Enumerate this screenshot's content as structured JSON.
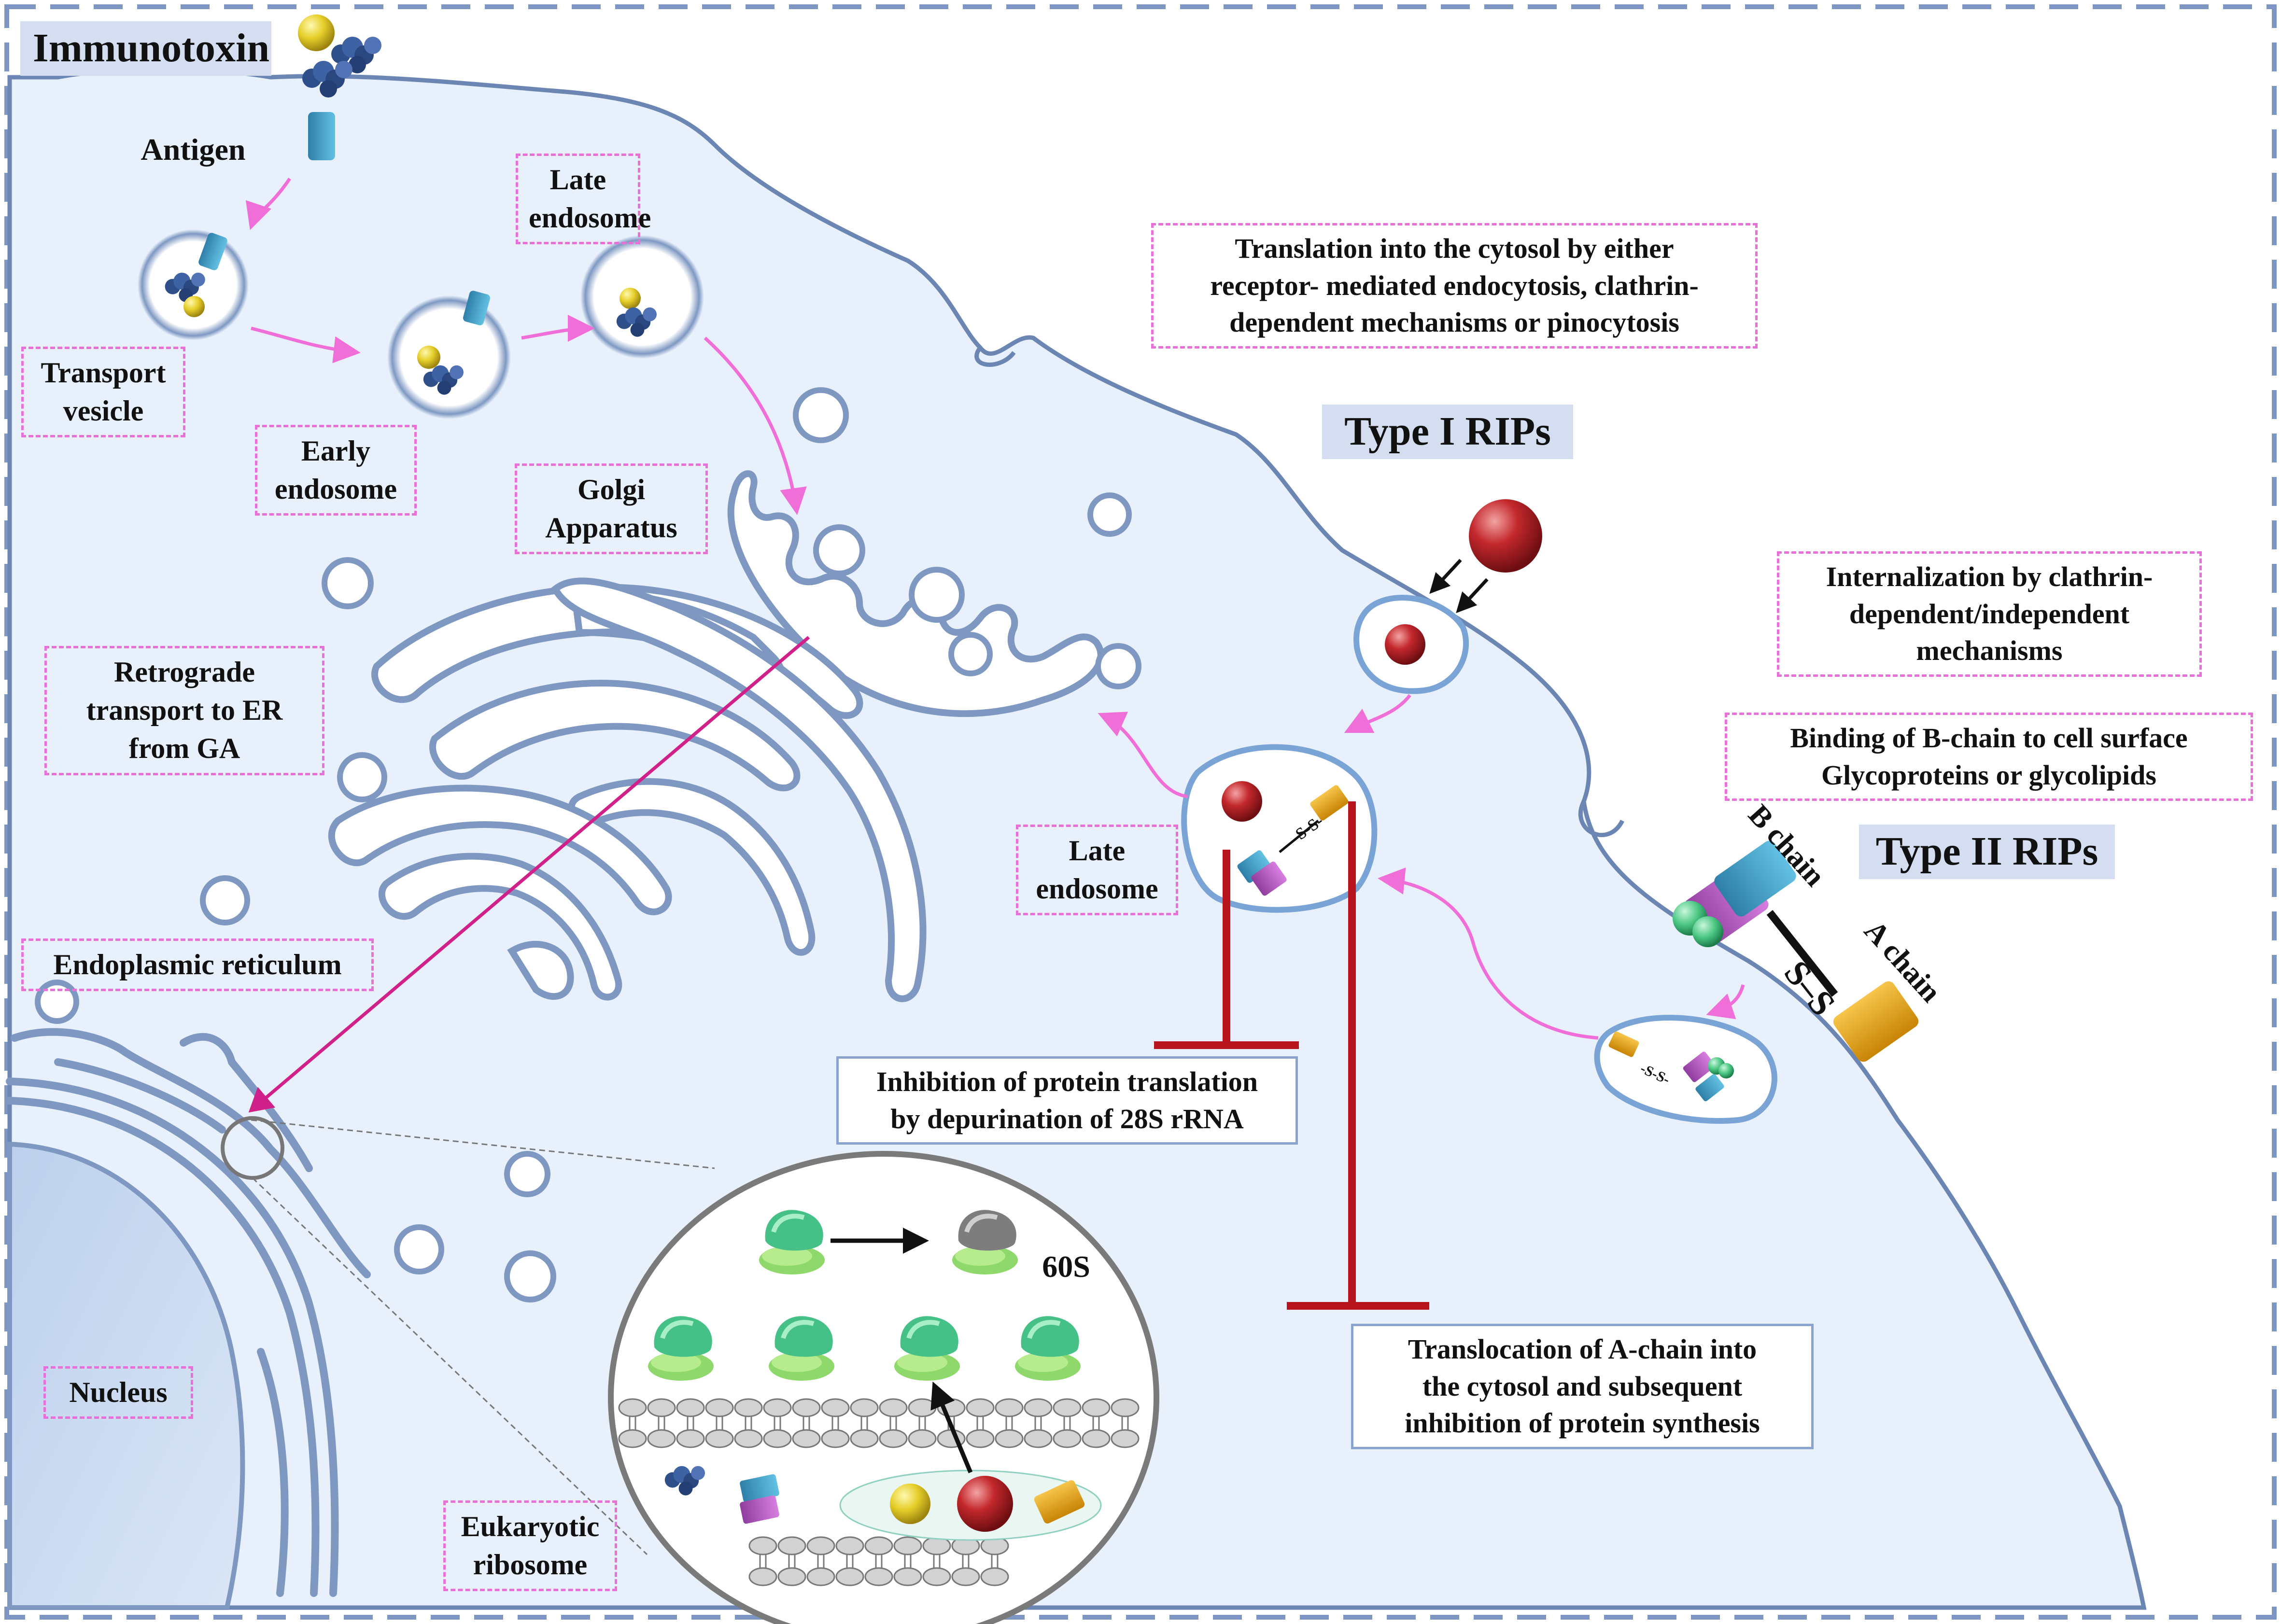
{
  "labels": {
    "immunotoxin": "Immunotoxin",
    "antigen": "Antigen",
    "transport_vesicle": "Transport\nvesicle",
    "early_endosome": "Early\nendosome",
    "late_endosome_top": "Late\nendosome",
    "golgi": "Golgi\nApparatus",
    "retrograde": "Retrograde\ntransport to ER\nfrom GA",
    "er": "Endoplasmic reticulum",
    "nucleus": "Nucleus",
    "eukaryotic_ribosome": "Eukaryotic\nribosome",
    "translation_cytosol": "Translation into the cytosol by either\nreceptor- mediated endocytosis, clathrin-\ndependent mechanisms or pinocytosis",
    "type1": "Type I RIPs",
    "type2": "Type II RIPs",
    "internalization": "Internalization by clathrin-\ndependent/independent\nmechanisms",
    "binding": "Binding of B-chain to cell surface\nGlycoproteins or glycolipids",
    "late_endosome_mid": "Late\nendosome",
    "inhibition": "Inhibition of protein translation\nby depurination of 28S rRNA",
    "translocation": "Translocation of A-chain into\nthe cytosol and subsequent\ninhibition of protein synthesis",
    "b_chain": "B chain",
    "a_chain": "A chain",
    "ss_bond": "S–S",
    "ss_small": "-S-S-",
    "sixty_s": "60S"
  },
  "colors": {
    "cell_fill": "#e8f0fb",
    "membrane": "#6b86b3",
    "pink_arrow": "#f06ed8",
    "magenta_line": "#d0208a",
    "inhibit_red": "#b8141e",
    "ribosome_green": "#5fcf92",
    "gold": "#e4a416",
    "toxin_red": "#c3282c",
    "teal": "#3b9bc4",
    "purple": "#b660c4"
  }
}
